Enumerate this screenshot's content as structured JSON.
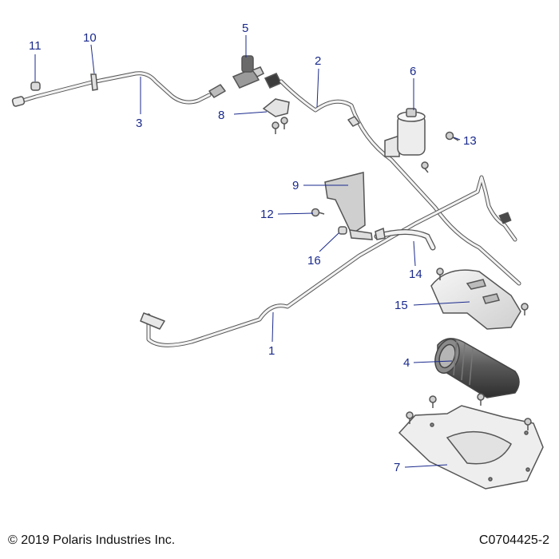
{
  "callouts": {
    "c1": "1",
    "c2": "2",
    "c3": "3",
    "c4": "4",
    "c5": "5",
    "c6": "6",
    "c7": "7",
    "c8": "8",
    "c9": "9",
    "c10": "10",
    "c11": "11",
    "c12": "12",
    "c13": "13",
    "c14": "14",
    "c15": "15",
    "c16": "16"
  },
  "footer": {
    "copyright": "© 2019 Polaris Industries Inc.",
    "drawing_number": "C0704425-2"
  },
  "colors": {
    "callout": "#1a2a8c",
    "part_stroke": "#555555",
    "part_fill": "#f2f2f2"
  }
}
